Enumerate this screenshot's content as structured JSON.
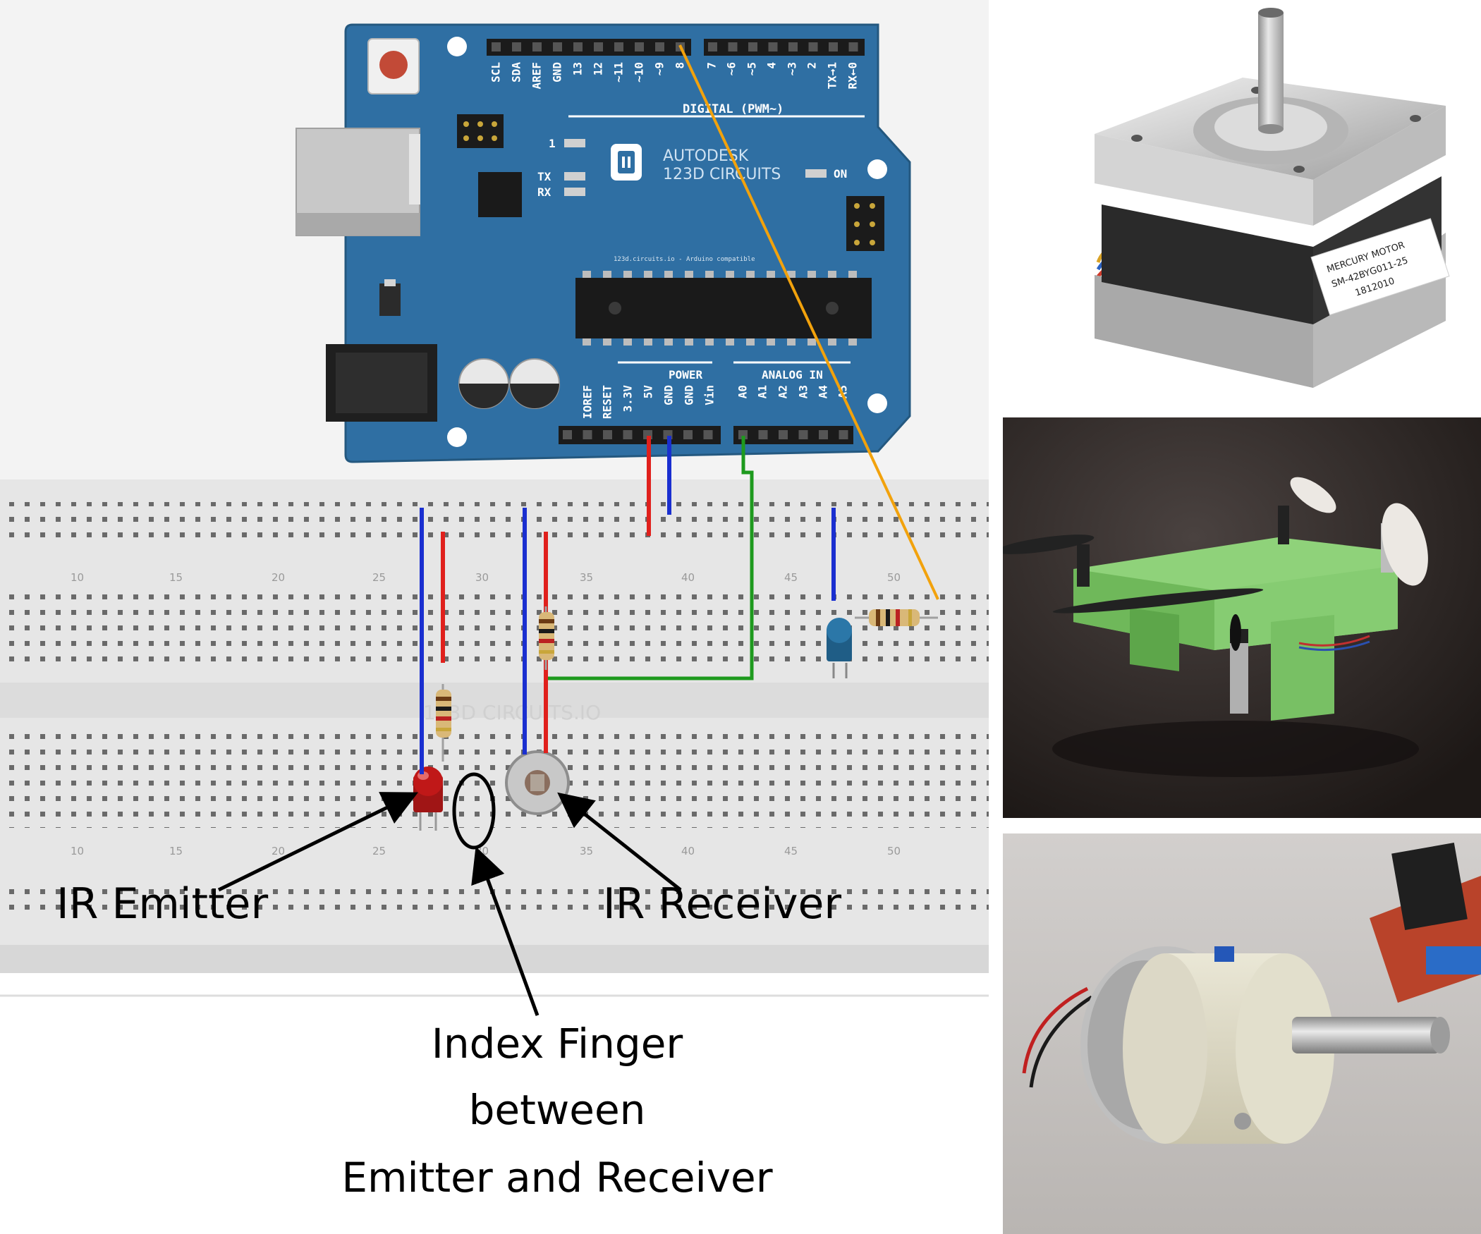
{
  "board": {
    "brand_line1": "AUTODESK",
    "brand_line2": "123D CIRCUITS",
    "url_text": "123d.circuits.io - Arduino compatible",
    "digital_header": "DIGITAL (PWM~)",
    "power_header": "POWER",
    "analog_header": "ANALOG IN",
    "led_1": "1",
    "led_tx": "TX",
    "led_rx": "RX",
    "led_on": "ON",
    "top_pins": [
      "SCL",
      "SDA",
      "AREF",
      "GND",
      "13",
      "12",
      "~11",
      "~10",
      "~9",
      "8",
      "7",
      "~6",
      "~5",
      "4",
      "~3",
      "2",
      "TX→1",
      "RX←0"
    ],
    "bottom_pins": [
      "IOREF",
      "RESET",
      "3.3V",
      "5V",
      "GND",
      "GND",
      "Vin",
      "A0",
      "A1",
      "A2",
      "A3",
      "A4",
      "A5"
    ]
  },
  "breadboard": {
    "column_numbers": [
      "10",
      "15",
      "20",
      "25",
      "30",
      "35",
      "40",
      "45",
      "50"
    ],
    "watermark": "123D CIRCUITS.IO"
  },
  "annotations": {
    "emitter": "IR Emitter",
    "receiver": "IR Receiver",
    "finger_line1": "Index Finger",
    "finger_line2": "between",
    "finger_line3": "Emitter and Receiver"
  },
  "stepper_label": {
    "line1": "MERCURY MOTOR",
    "line2": "SM-42BYG011-25",
    "line3": "1812010"
  },
  "colors": {
    "board_blue": "#2f6fa3",
    "wire_red": "#e0201c",
    "wire_blue": "#1a2fd0",
    "wire_green": "#1e9a1e",
    "wire_orange": "#f2a20c"
  }
}
